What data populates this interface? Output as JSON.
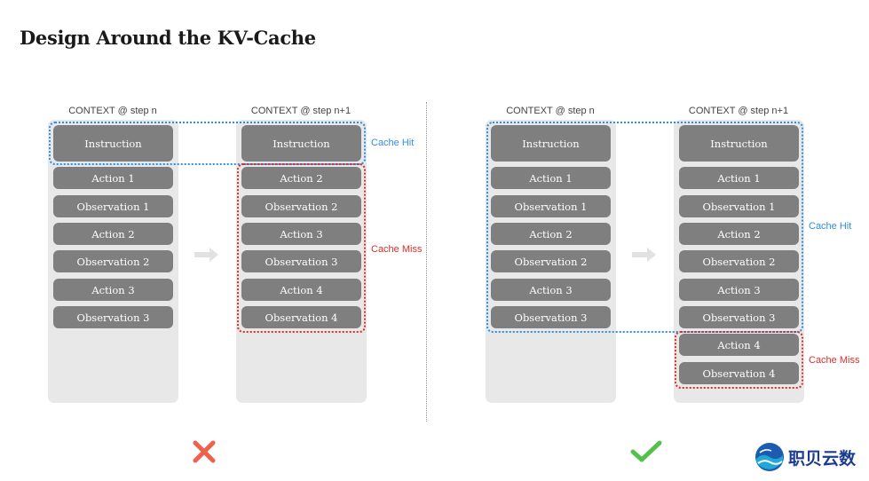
{
  "title": "Design Around the KV-Cache",
  "context_labels": {
    "step_n": "CONTEXT @ step n",
    "step_n1": "CONTEXT @ step n+1"
  },
  "annotations": {
    "cache_hit": "Cache Hit",
    "cache_miss": "Cache Miss"
  },
  "bad_example": {
    "step_n": [
      "Instruction",
      "Action 1",
      "Observation 1",
      "Action 2",
      "Observation 2",
      "Action 3",
      "Observation 3"
    ],
    "step_n1": [
      "Instruction",
      "Action 2",
      "Observation 2",
      "Action 3",
      "Observation 3",
      "Action 4",
      "Observation 4"
    ]
  },
  "good_example": {
    "step_n": [
      "Instruction",
      "Action 1",
      "Observation 1",
      "Action 2",
      "Observation 2",
      "Action 3",
      "Observation 3"
    ],
    "step_n1": [
      "Instruction",
      "Action 1",
      "Observation 1",
      "Action 2",
      "Observation 2",
      "Action 3",
      "Observation 3",
      "Action 4",
      "Observation 4"
    ]
  },
  "logo_text": "职贝云数",
  "colors": {
    "cache_hit": "#2f8ee0",
    "cache_miss": "#d6312b",
    "bad_mark": "#f0604a",
    "good_mark": "#54c24a",
    "pill": "#7f7f7f",
    "column": "#e8e8e8"
  },
  "icons": [
    "cross-icon",
    "check-icon",
    "arrow-right-icon",
    "logo-icon"
  ]
}
